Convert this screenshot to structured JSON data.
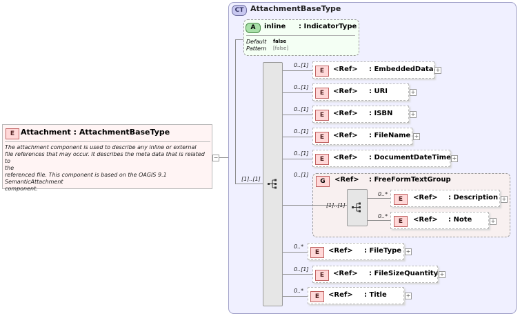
{
  "root": {
    "badge": "E",
    "title": "Attachment : AttachmentBaseType",
    "desc_lines": [
      "The attachment component is used to describe any inline or external",
      "file references that may occur. It describes the meta data that is related to",
      "the",
      "referenced file. This component is based on the OAGIS 9.1",
      "SemanticAttachment",
      "component."
    ],
    "collapse": "−"
  },
  "complex_type": {
    "badge": "CT",
    "name": "AttachmentBaseType"
  },
  "attribute": {
    "badge": "A",
    "name": "inline",
    "type": ": IndicatorType",
    "default_label": "Default",
    "default_value": "false",
    "pattern_label": "Pattern",
    "pattern_value": "[false]"
  },
  "sequence_cardinality": "[1]..[1]",
  "elements": [
    {
      "badge": "E",
      "ref": "<Ref>",
      "name": ": EmbeddedData",
      "card": "0..[1]"
    },
    {
      "badge": "E",
      "ref": "<Ref>",
      "name": ": URI",
      "card": "0..[1]"
    },
    {
      "badge": "E",
      "ref": "<Ref>",
      "name": ": ISBN",
      "card": "0..[1]"
    },
    {
      "badge": "E",
      "ref": "<Ref>",
      "name": ": FileName",
      "card": "0..[1]"
    },
    {
      "badge": "E",
      "ref": "<Ref>",
      "name": ": DocumentDateTime",
      "card": "0..[1]"
    },
    {
      "badge": "E",
      "ref": "<Ref>",
      "name": ": FileType",
      "card": "0..*"
    },
    {
      "badge": "E",
      "ref": "<Ref>",
      "name": ": FileSizeQuantity",
      "card": "0..[1]"
    },
    {
      "badge": "E",
      "ref": "<Ref>",
      "name": ": Title",
      "card": "0..*"
    }
  ],
  "group": {
    "badge": "G",
    "ref": "<Ref>",
    "name": ": FreeFormTextGroup",
    "card": "0..[1]",
    "inner_cardinality": "[1]..[1]",
    "children": [
      {
        "badge": "E",
        "ref": "<Ref>",
        "name": ": Description",
        "card": "0..*"
      },
      {
        "badge": "E",
        "ref": "<Ref>",
        "name": ": Note",
        "card": "0..*"
      }
    ]
  },
  "expand_symbol": "+"
}
